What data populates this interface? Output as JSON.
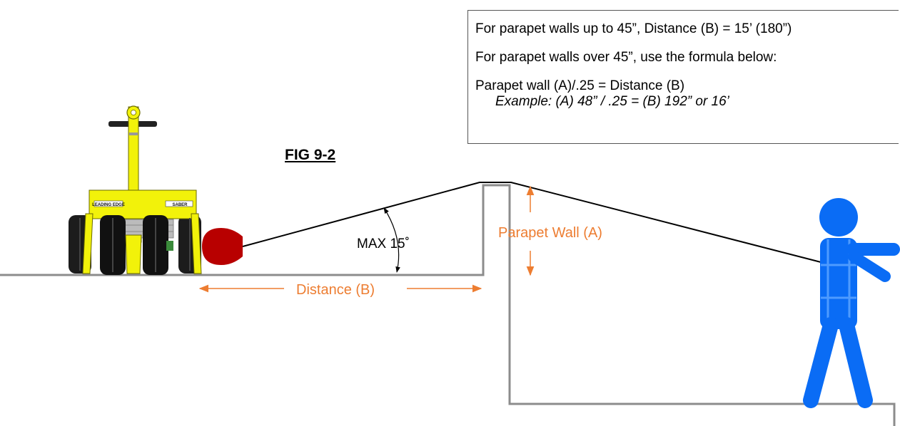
{
  "info_box": {
    "line1": "For parapet walls up to 45”, Distance (B) = 15’ (180”)",
    "line2": "For parapet walls over 45”, use the formula below:",
    "line3": "Parapet wall (A)/.25 = Distance (B)",
    "line4": "Example: (A) 48” / .25 = (B) 192” or 16’"
  },
  "figure_title": "FIG 9-2",
  "labels": {
    "angle": "MAX 15˚",
    "parapet_wall": "Parapet Wall (A)",
    "distance": "Distance (B)"
  },
  "machine": {
    "logo_left": "LEADING EDGE",
    "logo_right": "SABER"
  },
  "colors": {
    "accent": "#ED7D31",
    "structure": "#8C8C8C",
    "person": "#0A6CF5",
    "anchor": "#B80000",
    "machine": "#F2F20A"
  }
}
